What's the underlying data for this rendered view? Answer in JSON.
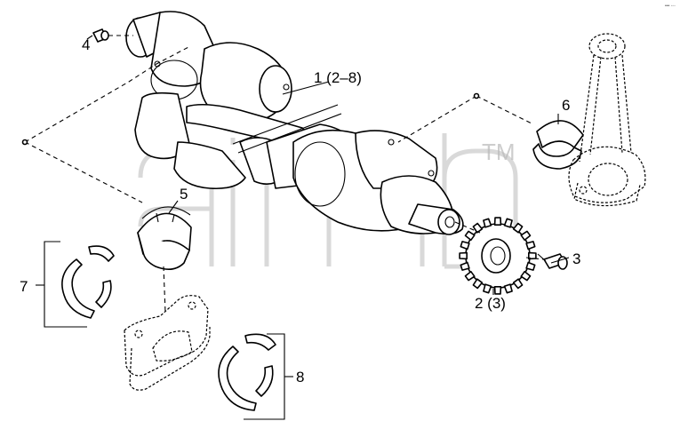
{
  "diagram": {
    "callouts": [
      {
        "id": "crankshaft",
        "label": "1 (2–8)"
      },
      {
        "id": "crank-gear",
        "label": "2 (3)"
      },
      {
        "id": "gear-pin",
        "label": "3"
      },
      {
        "id": "dowel-pin",
        "label": "4"
      },
      {
        "id": "upper-main-bearing",
        "label": "5"
      },
      {
        "id": "con-rod-bearing",
        "label": "6"
      },
      {
        "id": "thrust-washer-upper",
        "label": "7"
      },
      {
        "id": "thrust-washer-lower",
        "label": "8"
      }
    ],
    "watermark": {
      "trademark": "TM"
    },
    "corner_mark": "••• ◦◦◦"
  }
}
